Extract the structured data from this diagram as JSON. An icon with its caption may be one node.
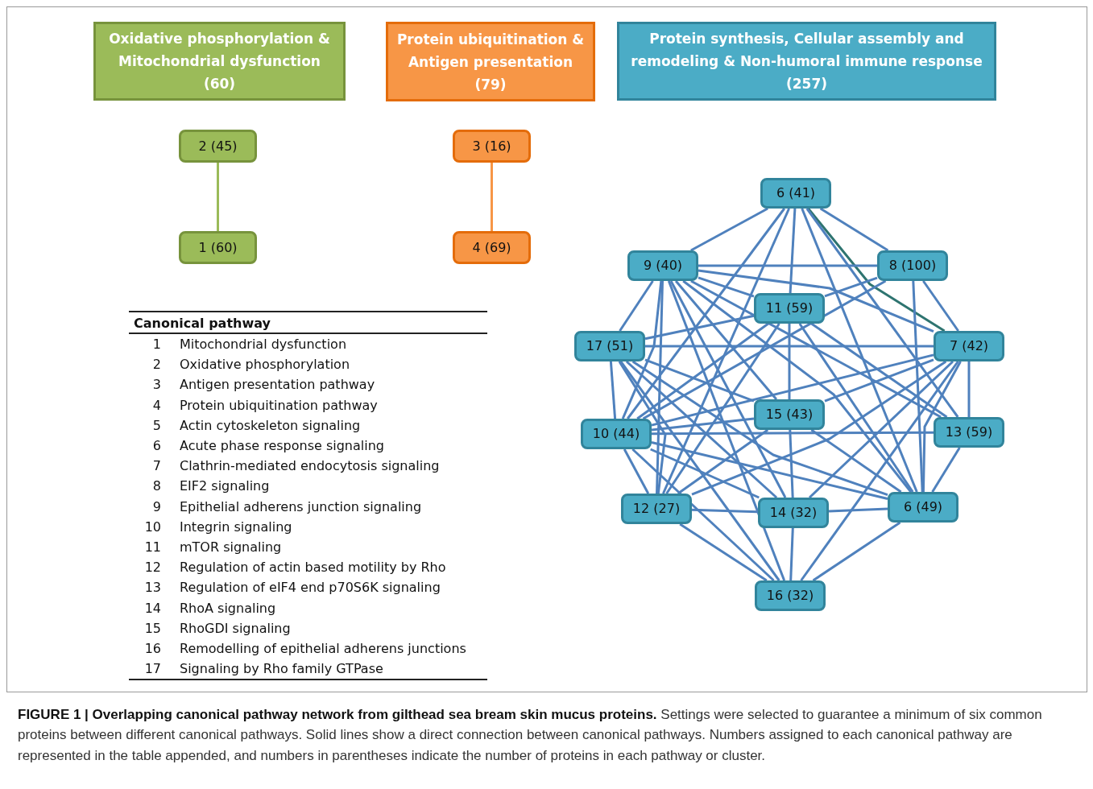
{
  "diagram": {
    "caption": "**FIGURE 1 | Overlapping canonical pathway network from gilthead sea bream skin mucus proteins.** Settings were selected to guarantee a minimum of six common proteins between different canonical pathways. Solid lines show a direct connection between canonical pathways. Numbers assigned to each canonical pathway are represented in the table appended, and numbers in parentheses indicate the number of proteins in each pathway or cluster.",
    "nodes": [
      {
        "text": [
          "Oxidative phosphorylation & Mitochondrial dysfunction (60)"
        ]
      },
      {
        "text": [
          "Protein ubiquitination & Antigen presentation (79)"
        ]
      },
      {
        "text": [
          "Protein synthesis, Cellular assembly and remodeling & Non-humoral immune response (257)"
        ]
      },
      {
        "text": [
          "2 (45)"
        ]
      },
      {
        "text": [
          "1 (60)"
        ]
      },
      {
        "text": [
          "3 (16)"
        ]
      },
      {
        "text": [
          "4 (69)"
        ]
      },
      {
        "text": [
          "6 (41)"
        ]
      },
      {
        "text": [
          "9 (40)"
        ]
      },
      {
        "text": [
          "8 (100)"
        ]
      },
      {
        "text": [
          "11 (59)"
        ]
      },
      {
        "text": [
          "17 (51)"
        ]
      },
      {
        "text": [
          "7 (42)"
        ]
      },
      {
        "text": [
          "15 (43)"
        ]
      },
      {
        "text": [
          "10 (44)"
        ]
      },
      {
        "text": [
          "13 (59)"
        ]
      },
      {
        "text": [
          "12 (27)"
        ]
      },
      {
        "text": [
          "14 (32)"
        ]
      },
      {
        "text": [
          "6 (49)"
        ]
      },
      {
        "text": [
          "16 (32)"
        ]
      }
    ],
    "edges": [
      {
        "from": 3,
        "to": 4,
        "arrow": "none",
        "color": "#9bbb59"
      },
      {
        "from": 5,
        "to": 6,
        "arrow": "none",
        "color": "#f79646"
      },
      {
        "from": 7,
        "to": 8,
        "arrow": "none"
      },
      {
        "from": 7,
        "to": 9,
        "arrow": "none"
      },
      {
        "from": 7,
        "to": 10,
        "arrow": "none"
      },
      {
        "from": 7,
        "to": 12,
        "arrow": "none",
        "color": "#2e7470"
      },
      {
        "from": 7,
        "to": 16,
        "arrow": "none"
      },
      {
        "from": 7,
        "to": 15,
        "arrow": "none"
      },
      {
        "from": 7,
        "to": 18,
        "arrow": "none"
      },
      {
        "from": 7,
        "to": 14,
        "arrow": "none"
      },
      {
        "from": 8,
        "to": 9,
        "arrow": "none"
      },
      {
        "from": 8,
        "to": 12,
        "arrow": "none"
      },
      {
        "from": 8,
        "to": 10,
        "arrow": "none"
      },
      {
        "from": 8,
        "to": 11,
        "arrow": "none"
      },
      {
        "from": 8,
        "to": 14,
        "arrow": "none"
      },
      {
        "from": 8,
        "to": 16,
        "arrow": "none"
      },
      {
        "from": 8,
        "to": 19,
        "arrow": "none"
      },
      {
        "from": 8,
        "to": 17,
        "arrow": "none"
      },
      {
        "from": 8,
        "to": 18,
        "arrow": "none"
      },
      {
        "from": 8,
        "to": 15,
        "arrow": "none"
      },
      {
        "from": 8,
        "to": 13,
        "arrow": "none"
      },
      {
        "from": 9,
        "to": 10,
        "arrow": "none"
      },
      {
        "from": 9,
        "to": 12,
        "arrow": "none"
      },
      {
        "from": 9,
        "to": 18,
        "arrow": "none"
      },
      {
        "from": 9,
        "to": 14,
        "arrow": "none"
      },
      {
        "from": 10,
        "to": 11,
        "arrow": "none"
      },
      {
        "from": 10,
        "to": 13,
        "arrow": "none"
      },
      {
        "from": 10,
        "to": 15,
        "arrow": "none"
      },
      {
        "from": 10,
        "to": 18,
        "arrow": "none"
      },
      {
        "from": 10,
        "to": 16,
        "arrow": "none"
      },
      {
        "from": 10,
        "to": 14,
        "arrow": "none"
      },
      {
        "from": 11,
        "to": 12,
        "arrow": "none"
      },
      {
        "from": 11,
        "to": 14,
        "arrow": "none"
      },
      {
        "from": 11,
        "to": 16,
        "arrow": "none"
      },
      {
        "from": 11,
        "to": 17,
        "arrow": "none"
      },
      {
        "from": 11,
        "to": 19,
        "arrow": "none"
      },
      {
        "from": 11,
        "to": 18,
        "arrow": "none"
      },
      {
        "from": 11,
        "to": 13,
        "arrow": "none"
      },
      {
        "from": 12,
        "to": 14,
        "arrow": "none"
      },
      {
        "from": 12,
        "to": 16,
        "arrow": "none"
      },
      {
        "from": 12,
        "to": 17,
        "arrow": "none"
      },
      {
        "from": 12,
        "to": 19,
        "arrow": "none"
      },
      {
        "from": 12,
        "to": 15,
        "arrow": "none"
      },
      {
        "from": 12,
        "to": 13,
        "arrow": "none"
      },
      {
        "from": 12,
        "to": 18,
        "arrow": "none"
      },
      {
        "from": 13,
        "to": 14,
        "arrow": "none"
      },
      {
        "from": 13,
        "to": 18,
        "arrow": "none"
      },
      {
        "from": 13,
        "to": 16,
        "arrow": "none"
      },
      {
        "from": 13,
        "to": 17,
        "arrow": "none"
      },
      {
        "from": 14,
        "to": 15,
        "arrow": "none"
      },
      {
        "from": 14,
        "to": 16,
        "arrow": "none"
      },
      {
        "from": 14,
        "to": 17,
        "arrow": "none"
      },
      {
        "from": 14,
        "to": 18,
        "arrow": "none"
      },
      {
        "from": 14,
        "to": 19,
        "arrow": "none"
      },
      {
        "from": 15,
        "to": 18,
        "arrow": "none"
      },
      {
        "from": 16,
        "to": 17,
        "arrow": "none"
      },
      {
        "from": 16,
        "to": 19,
        "arrow": "none"
      },
      {
        "from": 17,
        "to": 18,
        "arrow": "none"
      },
      {
        "from": 17,
        "to": 19,
        "arrow": "none"
      },
      {
        "from": 18,
        "to": 19,
        "arrow": "none"
      }
    ],
    "labels": [
      "Canonical pathway",
      "1",
      "Mitochondrial dysfunction",
      "2",
      "Oxidative phosphorylation",
      "3",
      "Antigen presentation pathway",
      "4",
      "Protein ubiquitination pathway",
      "5",
      "Actin cytoskeleton signaling",
      "6",
      "Acute phase response signaling",
      "7",
      "Clathrin-mediated endocytosis signaling",
      "8",
      "EIF2 signaling",
      "9",
      "Epithelial adherens junction signaling",
      "10",
      "Integrin signaling",
      "11",
      "mTOR signaling",
      "12",
      "Regulation of actin based motility by Rho",
      "13",
      "Regulation of eIF4 end p70S6K signaling",
      "14",
      "RhoA signaling",
      "15",
      "RhoGDI signaling",
      "16",
      "Remodelling of epithelial adherens junctions",
      "17",
      "Signaling by Rho family GTPase"
    ]
  }
}
